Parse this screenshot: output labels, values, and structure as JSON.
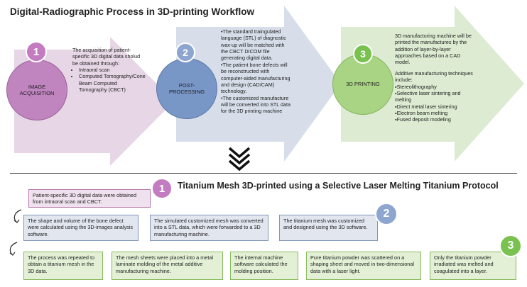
{
  "title": "Digital-Radiographic Process in 3D-printing Workflow",
  "stages": [
    {
      "number": "1",
      "label": "IMAGE\nACQUISITION",
      "intro": "The acquisition of patient-specific 3D digital data sholud be obtained through:",
      "bullets": [
        "Intraoral scan",
        "Computed Tomography/Cone Beam Computed Tomography (CBCT)"
      ],
      "colors": {
        "arrow": "#e6d6e5",
        "circle": "#c084bf",
        "badge": "#c37cc0"
      }
    },
    {
      "number": "2",
      "label": "POST-\nPROCESSING",
      "text_lines": [
        "•The standard traingulated language (STL) of diagnostic wax-up will be matched with the CBCT DICOM file generating digital data.",
        "•The patient bone defects will be reconstructed with computer-aided manufacturing and design (CAD/CAM) technology.",
        "•The customized manufacture will be converted into STL data for the 3D printing machine"
      ],
      "colors": {
        "arrow": "#d6dde8",
        "circle": "#7896c6",
        "badge": "#8ea5cf"
      }
    },
    {
      "number": "3",
      "label": "3D PRINTING",
      "intro": "3D manufacturing machine will be printed the manufactures by the addition of layer-by-layer approaches based on a CAD model.",
      "subtitle": "Additive manufacturing techniques include:",
      "bullets": [
        "Stereolithography",
        "Selective laser sintering and melting",
        "Direct metal laser sintering",
        "Electron beam melting",
        "Fused deposit modeling"
      ],
      "colors": {
        "arrow": "#dbebd0",
        "circle": "#a9d483",
        "badge": "#79c24f"
      }
    }
  ],
  "title2": "Titanium Mesh 3D-printed using a Selective Laser Melting Titanium Protocol",
  "protocol": {
    "step1": {
      "number": "1",
      "boxes": [
        "Patient-specific 3D digital data were obtained from intraoral scan and CBCT."
      ]
    },
    "step2": {
      "number": "2",
      "boxes": [
        "The shape and volume of the bone defect were calculated using the 3D-images analysis software.",
        "The simulated customized mesh was converted into a STL data, which were forwarded to a 3D manufacturing machine.",
        "The titanium mesh was customized and designed using the 3D software."
      ]
    },
    "step3": {
      "number": "3",
      "boxes": [
        "The process was repeated to obtain a titanium mesh in the 3D data.",
        "The mesh sheets were placed into a metal laminate molding of the metal additive manufacturing machine.",
        "The internal machine software calculated the molding position.",
        "Pure titanium powder was scattered on a shaping sheet and moved in two-dimensional data with a laser light.",
        "Only the titanium powder irradiated was melted and coagulated into a layer."
      ]
    }
  }
}
